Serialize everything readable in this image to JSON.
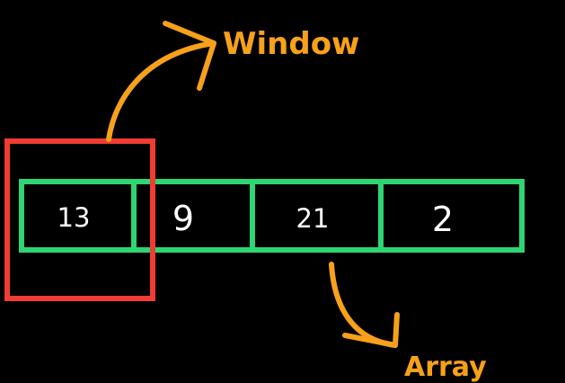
{
  "colors": {
    "background": "#000000",
    "array_outline": "#2ed573",
    "window_outline": "#f03c32",
    "annotation": "#f7a11a",
    "cell_text": "#ffffff"
  },
  "array": {
    "cells": [
      "13",
      "9",
      "21",
      "2"
    ]
  },
  "labels": {
    "window": "Window",
    "array": "Array"
  }
}
